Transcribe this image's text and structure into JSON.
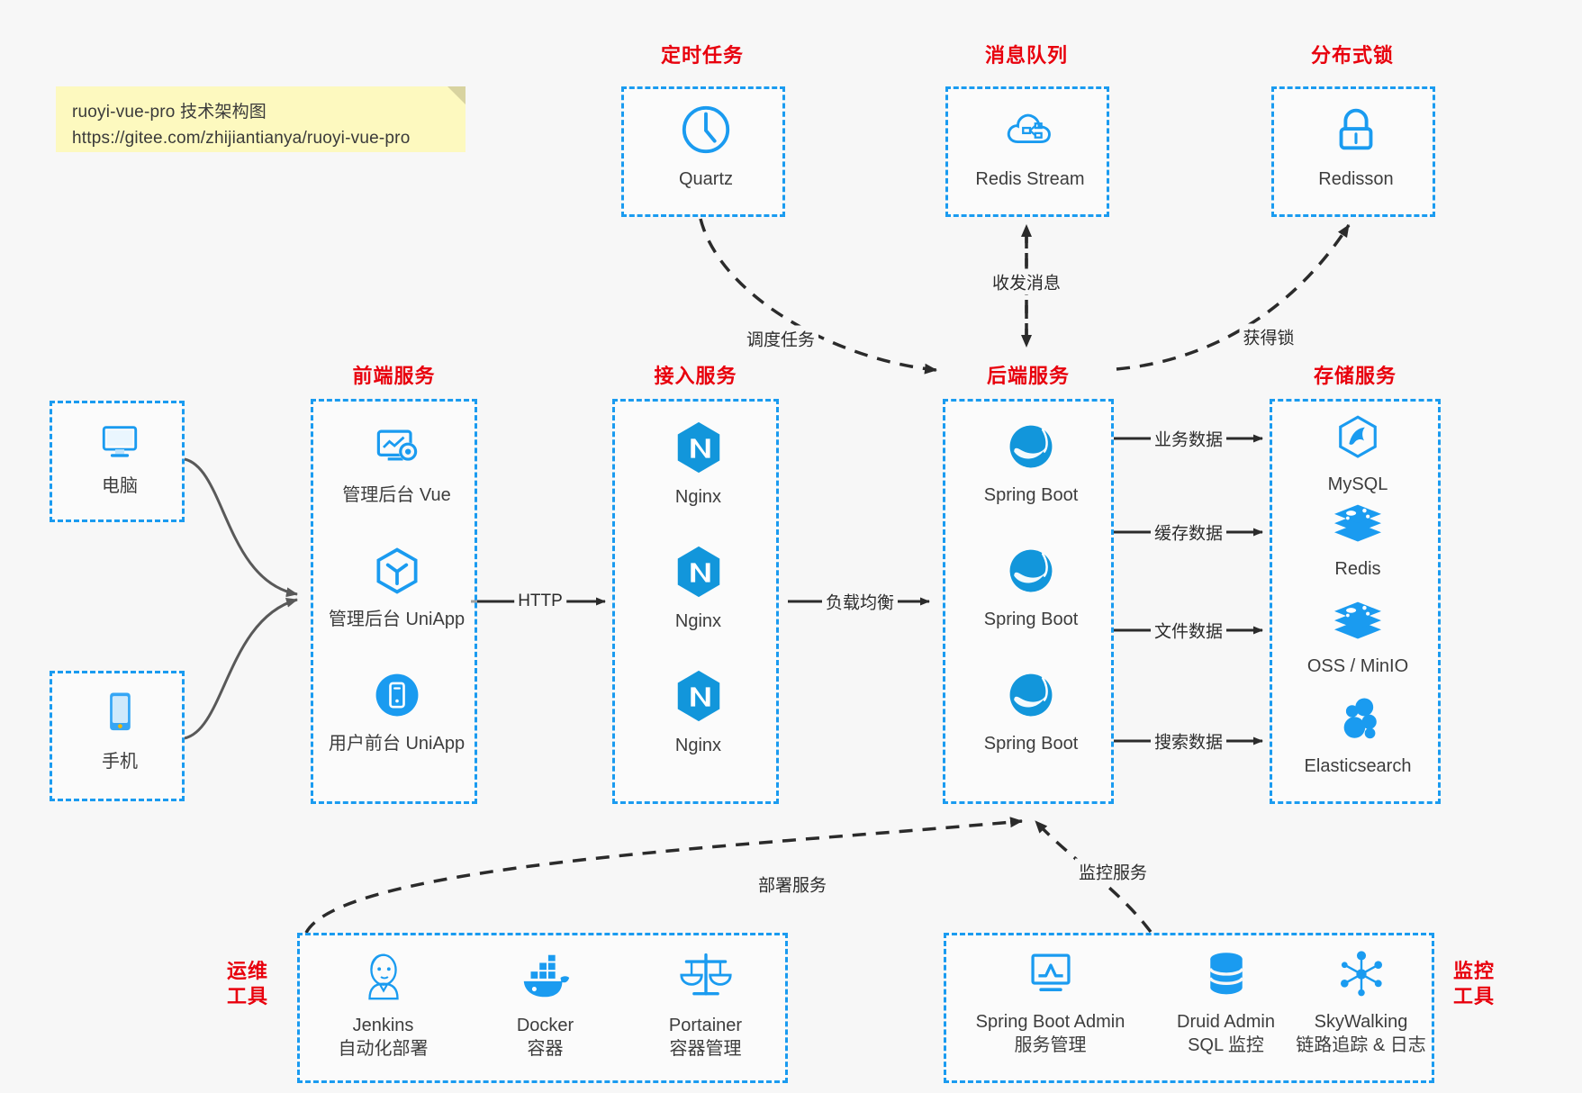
{
  "note": {
    "line1": "ruoyi-vue-pro 技术架构图",
    "line2": "https://gitee.com/zhijiantianya/ruoyi-vue-pro"
  },
  "colors": {
    "accent_blue": "#1a9bf0",
    "title_red": "#e8000d",
    "background": "#f7f7f7",
    "note_yellow": "#fdf9bf",
    "arrow_dark": "#2b2b2b",
    "arrow_gray": "#595959"
  },
  "groups": {
    "clients": {
      "devices": [
        {
          "label": "电脑",
          "icon": "desktop-computer-icon"
        },
        {
          "label": "手机",
          "icon": "mobile-phone-icon"
        }
      ]
    },
    "frontend": {
      "title": "前端服务",
      "items": [
        {
          "label": "管理后台 Vue",
          "icon": "admin-dashboard-icon"
        },
        {
          "label": "管理后台 UniApp",
          "icon": "uniapp-cube-icon"
        },
        {
          "label": "用户前台 UniApp",
          "icon": "mobile-app-icon"
        }
      ]
    },
    "gateway": {
      "title": "接入服务",
      "items": [
        {
          "label": "Nginx",
          "icon": "nginx-icon"
        },
        {
          "label": "Nginx",
          "icon": "nginx-icon"
        },
        {
          "label": "Nginx",
          "icon": "nginx-icon"
        }
      ]
    },
    "backend": {
      "title": "后端服务",
      "items": [
        {
          "label": "Spring Boot",
          "icon": "spring-boot-icon"
        },
        {
          "label": "Spring Boot",
          "icon": "spring-boot-icon"
        },
        {
          "label": "Spring Boot",
          "icon": "spring-boot-icon"
        }
      ]
    },
    "storage": {
      "title": "存储服务",
      "items": [
        {
          "label": "MySQL",
          "icon": "mysql-icon"
        },
        {
          "label": "Redis",
          "icon": "redis-icon"
        },
        {
          "label": "OSS / MinIO",
          "icon": "redis-icon"
        },
        {
          "label": "Elasticsearch",
          "icon": "elasticsearch-icon"
        }
      ]
    },
    "scheduler": {
      "title": "定时任务",
      "items": [
        {
          "label": "Quartz",
          "icon": "clock-icon"
        }
      ]
    },
    "mq": {
      "title": "消息队列",
      "items": [
        {
          "label": "Redis Stream",
          "icon": "cloud-stream-icon"
        }
      ]
    },
    "lock": {
      "title": "分布式锁",
      "items": [
        {
          "label": "Redisson",
          "icon": "padlock-icon"
        }
      ]
    },
    "devops": {
      "title": "运维\n工具",
      "items": [
        {
          "label": "Jenkins",
          "sublabel": "自动化部署",
          "icon": "jenkins-icon"
        },
        {
          "label": "Docker",
          "sublabel": "容器",
          "icon": "docker-whale-icon"
        },
        {
          "label": "Portainer",
          "sublabel": "容器管理",
          "icon": "scales-balance-icon"
        }
      ]
    },
    "monitor": {
      "title": "监控\n工具",
      "items": [
        {
          "label": "Spring Boot Admin",
          "sublabel": "服务管理",
          "icon": "monitor-chart-icon"
        },
        {
          "label": "Druid Admin",
          "sublabel": "SQL 监控",
          "icon": "database-stack-icon"
        },
        {
          "label": "SkyWalking",
          "sublabel": "链路追踪 & 日志",
          "icon": "skywalking-node-icon"
        }
      ]
    }
  },
  "edges": [
    {
      "id": "http",
      "label": "HTTP"
    },
    {
      "id": "load-balance",
      "label": "负载均衡"
    },
    {
      "id": "schedule-task",
      "label": "调度任务"
    },
    {
      "id": "send-receive-message",
      "label": "收发消息"
    },
    {
      "id": "acquire-lock",
      "label": "获得锁"
    },
    {
      "id": "business-data",
      "label": "业务数据"
    },
    {
      "id": "cache-data",
      "label": "缓存数据"
    },
    {
      "id": "file-data",
      "label": "文件数据"
    },
    {
      "id": "search-data",
      "label": "搜索数据"
    },
    {
      "id": "deploy-service",
      "label": "部署服务"
    },
    {
      "id": "monitor-service",
      "label": "监控服务"
    }
  ]
}
